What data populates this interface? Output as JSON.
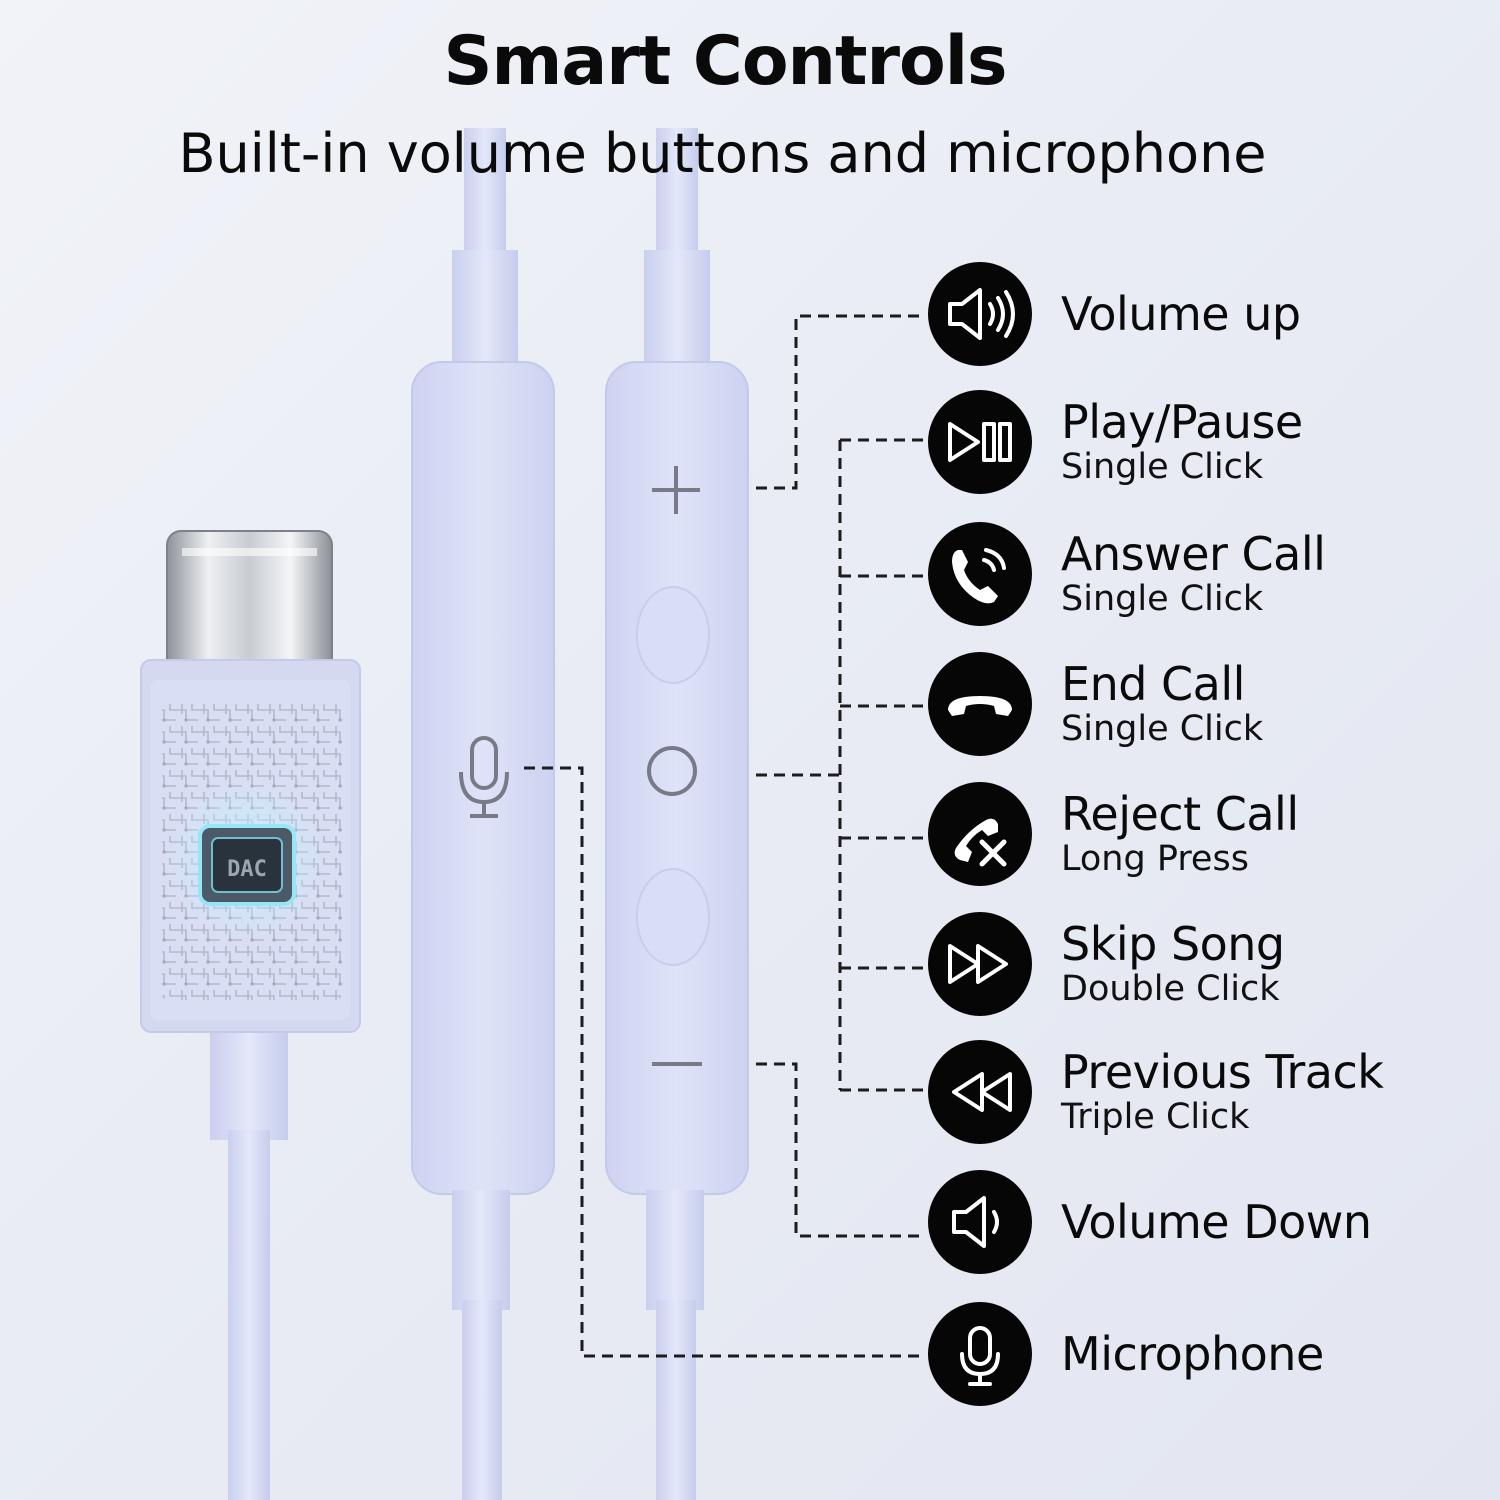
{
  "header": {
    "title": "Smart Controls",
    "subtitle": "Built-in volume buttons and microphone"
  },
  "connector": {
    "chip_label": "DAC"
  },
  "remote": {
    "plus_symbol": "+",
    "minus_symbol": "—"
  },
  "functions": [
    {
      "icon": "volume-up-icon",
      "label": "Volume up",
      "action": ""
    },
    {
      "icon": "play-pause-icon",
      "label": "Play/Pause",
      "action": "Single Click"
    },
    {
      "icon": "answer-call-icon",
      "label": "Answer Call",
      "action": "Single Click"
    },
    {
      "icon": "end-call-icon",
      "label": "End Call",
      "action": "Single Click"
    },
    {
      "icon": "reject-call-icon",
      "label": "Reject Call",
      "action": "Long Press"
    },
    {
      "icon": "fast-forward-icon",
      "label": "Skip Song",
      "action": "Double Click"
    },
    {
      "icon": "rewind-icon",
      "label": "Previous Track",
      "action": "Triple Click"
    },
    {
      "icon": "volume-down-icon",
      "label": "Volume Down",
      "action": ""
    },
    {
      "icon": "microphone-icon",
      "label": "Microphone",
      "action": ""
    }
  ],
  "colors": {
    "cable": "#d7dcf4",
    "badge": "#060606",
    "chip_glow": "#8fd6e8"
  }
}
